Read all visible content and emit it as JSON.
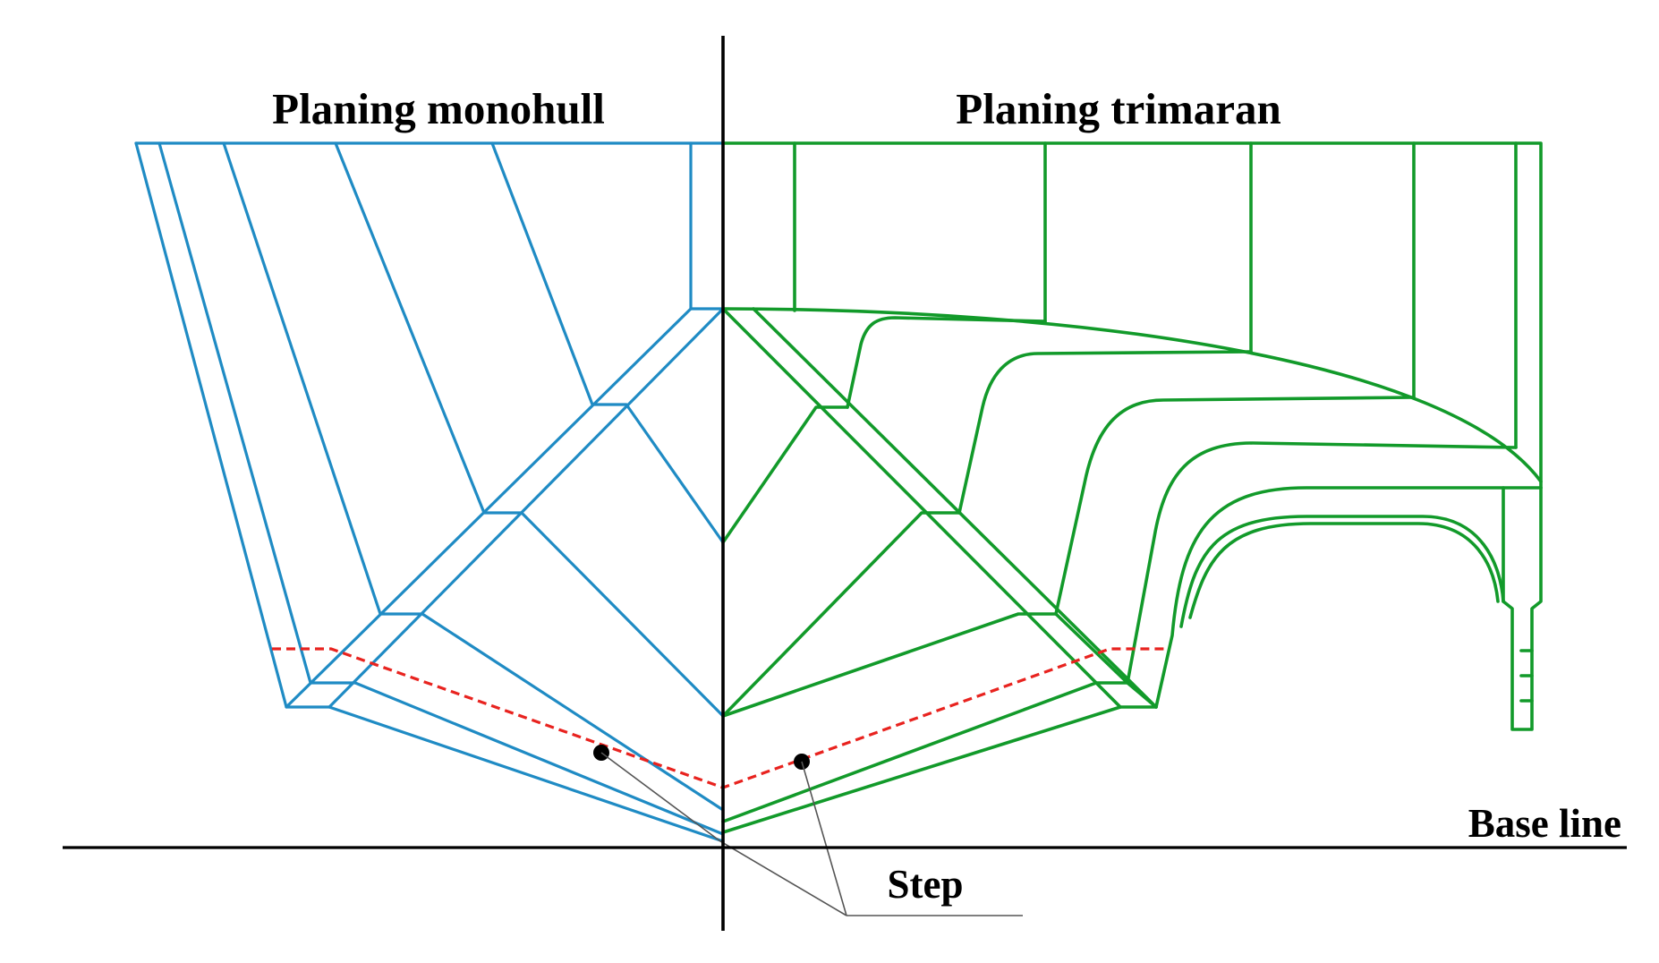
{
  "labels": {
    "left_title": "Planing monohull",
    "right_title": "Planing trimaran",
    "base_line": "Base line",
    "step": "Step"
  },
  "colors": {
    "monohull": "#1f8bc4",
    "trimaran": "#129a2a",
    "step_line": "#e8231f",
    "axis": "#000000",
    "leader": "#555555"
  }
}
